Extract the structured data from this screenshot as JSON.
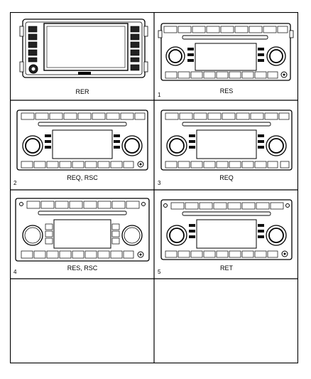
{
  "cells": [
    {
      "label": "RER",
      "index": ""
    },
    {
      "label": "RES",
      "index": "1"
    },
    {
      "label": "REQ, RSC",
      "index": "2"
    },
    {
      "label": "REQ",
      "index": "3"
    },
    {
      "label": "RES, RSC",
      "index": "4"
    },
    {
      "label": "RET",
      "index": "5"
    },
    {
      "label": "",
      "index": ""
    },
    {
      "label": "",
      "index": ""
    }
  ],
  "colors": {
    "line": "#000000",
    "panel": "#ffffff",
    "dark": "#111111"
  }
}
